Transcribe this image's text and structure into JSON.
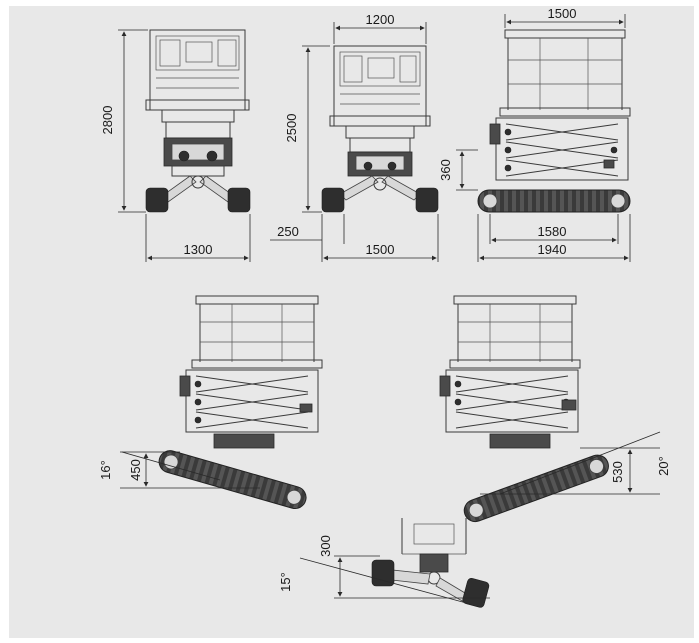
{
  "dimensions": {
    "front_top_height": "2800",
    "front_top_width": "1300",
    "mid_top_width": "1200",
    "mid_height": "2500",
    "mid_offset": "250",
    "mid_track_width": "1500",
    "side_top_width": "1500",
    "side_clearance": "360",
    "side_track_length": "1580",
    "side_overall_length": "1940",
    "left_tilt_angle": "16°",
    "left_tilt_height": "450",
    "right_tilt_angle": "20°",
    "right_tilt_height": "530",
    "bottom_tilt_height": "300",
    "bottom_tilt_angle": "15°"
  }
}
